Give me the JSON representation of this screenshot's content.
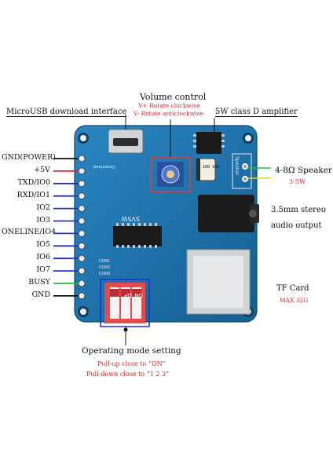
{
  "colors": {
    "board": "#1a6ea6",
    "board_edge": "#145785",
    "chip": "#1b1b1b",
    "dip": "#e34b4f",
    "red_text": "#d8252b",
    "wire_black": "#111111",
    "wire_red": "#d8252b",
    "wire_blue": "#1c2fd6",
    "wire_green": "#1fbf3a",
    "wire_yellow": "#e6d21f"
  },
  "labels": {
    "volume_title": "Volume control",
    "volume_plus": "V+ Rotate clockwise",
    "volume_minus": "V- Rotate anticlockwise",
    "usb": "MicroUSB download interface",
    "amp": "5W class D amplifier",
    "speaker_title": "4-8Ω Speaker",
    "speaker_power": "3-5W",
    "audio_line1": "3.5mm stereo",
    "audio_line2": "audio output",
    "tf_title": "TF Card",
    "tf_max": "MAX 32G",
    "mode_title": "Operating mode setting",
    "mode_pullup": "Pull-up close to “ON”",
    "mode_pulldown": "Pull-down close to “1 2 3”"
  },
  "pins": [
    {
      "name": "GND(POWER)",
      "wire": "black"
    },
    {
      "name": "+5V",
      "wire": "red"
    },
    {
      "name": "TXD/IO0",
      "wire": "blue"
    },
    {
      "name": "RXD/IO1",
      "wire": "blue"
    },
    {
      "name": "IO2",
      "wire": "blue"
    },
    {
      "name": "IO3",
      "wire": "blue"
    },
    {
      "name": "ONELINE/IO4",
      "wire": "blue"
    },
    {
      "name": "IO5",
      "wire": "blue"
    },
    {
      "name": "IO6",
      "wire": "blue"
    },
    {
      "name": "IO7",
      "wire": "blue"
    },
    {
      "name": "BUSY",
      "wire": "green"
    },
    {
      "name": "GND",
      "wire": "black"
    }
  ],
  "board_text": {
    "download": "Download",
    "chip_mark": "SV5W",
    "speaker_side": "Speaker",
    "cap": "100 10V",
    "con1": "CON1",
    "con2": "CON2",
    "con3": "CON3",
    "dip_on": "ON",
    "dip_dp": "DP",
    "dip_1": "1",
    "dip_2": "2",
    "dip_3": "3"
  }
}
